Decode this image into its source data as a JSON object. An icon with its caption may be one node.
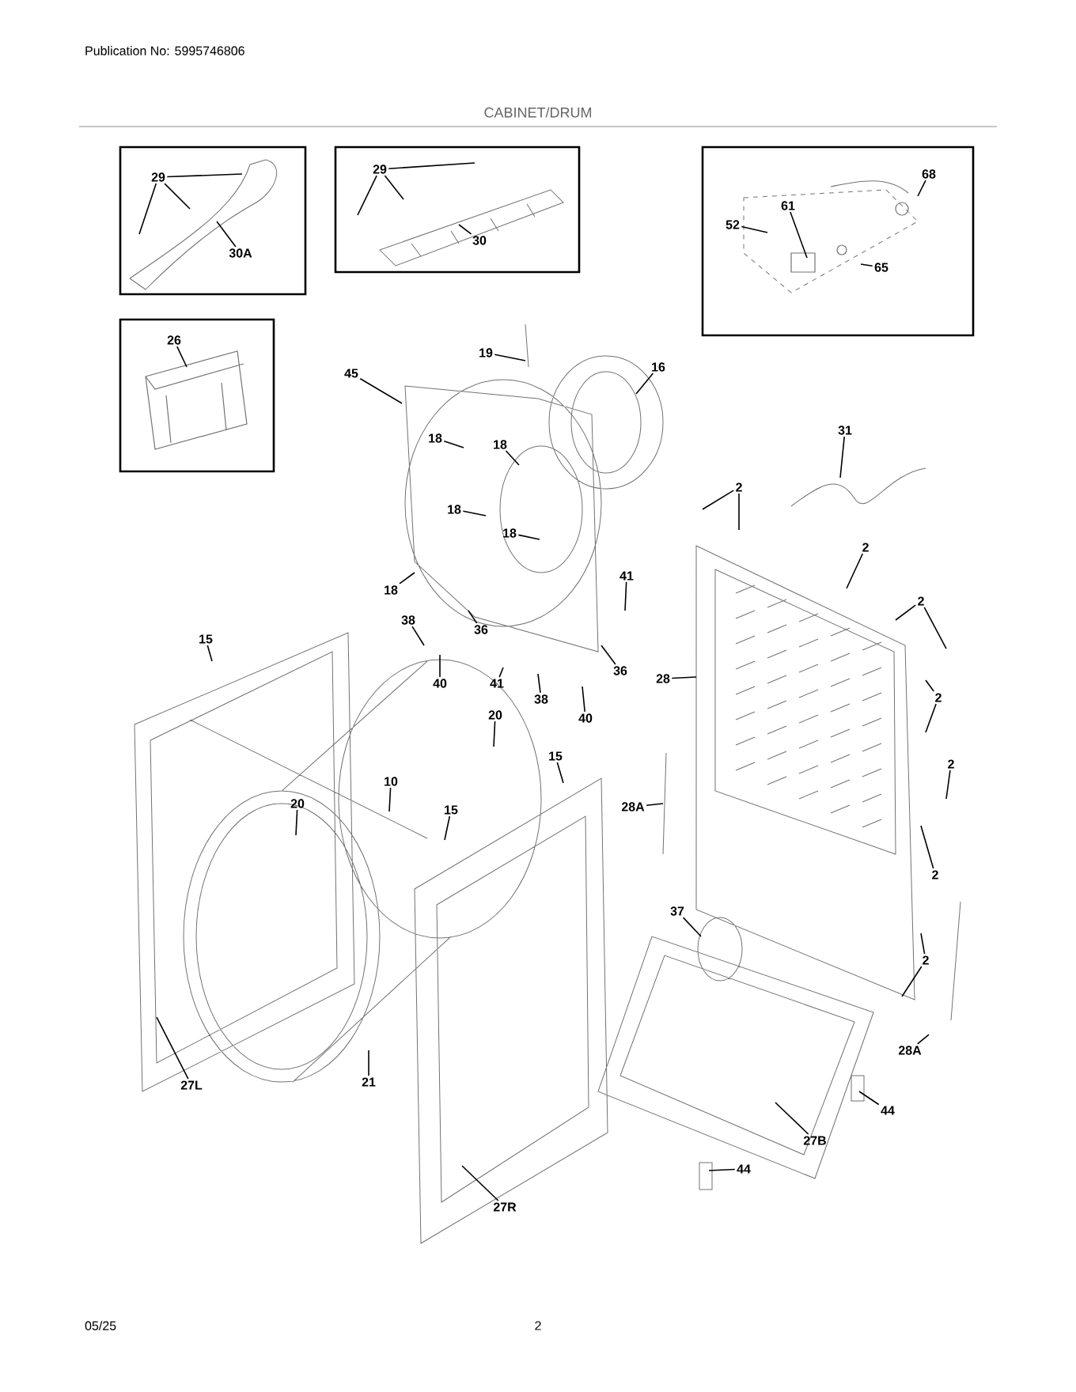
{
  "diagram": {
    "title": "CABINET/DRUM",
    "nodes": [
      {
        "text": [],
        "shape": "box"
      },
      {
        "text": [],
        "shape": "box"
      },
      {
        "text": [],
        "shape": "box"
      },
      {
        "text": [],
        "shape": "box"
      },
      {
        "text": [
          "29"
        ],
        "in": 0
      },
      {
        "text": [
          "30A"
        ],
        "in": 0
      },
      {
        "text": [
          "29"
        ],
        "in": 1
      },
      {
        "text": [
          "30"
        ],
        "in": 1
      },
      {
        "text": [
          "68"
        ],
        "in": 2
      },
      {
        "text": [
          "61"
        ],
        "in": 2
      },
      {
        "text": [
          "52"
        ],
        "in": 2
      },
      {
        "text": [
          "65"
        ],
        "in": 2
      },
      {
        "text": [
          "26"
        ],
        "in": 3
      },
      {
        "text": [
          "45"
        ]
      },
      {
        "text": [
          "19"
        ]
      },
      {
        "text": [
          "16"
        ]
      },
      {
        "text": [
          "31"
        ]
      },
      {
        "text": [
          "18"
        ]
      },
      {
        "text": [
          "18"
        ]
      },
      {
        "text": [
          "2"
        ]
      },
      {
        "text": [
          "18"
        ]
      },
      {
        "text": [
          "18"
        ]
      },
      {
        "text": [
          "2"
        ]
      },
      {
        "text": [
          "18"
        ]
      },
      {
        "text": [
          "41"
        ]
      },
      {
        "text": [
          "2"
        ]
      },
      {
        "text": [
          "38"
        ]
      },
      {
        "text": [
          "36"
        ]
      },
      {
        "text": [
          "40"
        ]
      },
      {
        "text": [
          "41"
        ]
      },
      {
        "text": [
          "38"
        ]
      },
      {
        "text": [
          "40"
        ]
      },
      {
        "text": [
          "36"
        ]
      },
      {
        "text": [
          "28"
        ]
      },
      {
        "text": [
          "2"
        ]
      },
      {
        "text": [
          "15"
        ]
      },
      {
        "text": [
          "20"
        ]
      },
      {
        "text": [
          "15"
        ]
      },
      {
        "text": [
          "2"
        ]
      },
      {
        "text": [
          "10"
        ]
      },
      {
        "text": [
          "20"
        ]
      },
      {
        "text": [
          "15"
        ]
      },
      {
        "text": [
          "28A"
        ]
      },
      {
        "text": [
          "2"
        ]
      },
      {
        "text": [
          "37"
        ]
      },
      {
        "text": [
          "2"
        ]
      },
      {
        "text": [
          "27L"
        ]
      },
      {
        "text": [
          "21"
        ]
      },
      {
        "text": [
          "28A"
        ]
      },
      {
        "text": [
          "44"
        ]
      },
      {
        "text": [
          "27B"
        ]
      },
      {
        "text": [
          "44"
        ]
      },
      {
        "text": [
          "27R"
        ]
      }
    ],
    "edges": [
      {
        "from": 4,
        "to": null,
        "arrow": "none"
      },
      {
        "from": 4,
        "to": null,
        "arrow": "none"
      },
      {
        "from": 4,
        "to": null,
        "arrow": "none"
      },
      {
        "from": 5,
        "to": null,
        "arrow": "none"
      },
      {
        "from": 6,
        "to": null,
        "arrow": "none"
      },
      {
        "from": 6,
        "to": null,
        "arrow": "none"
      },
      {
        "from": 6,
        "to": null,
        "arrow": "none"
      },
      {
        "from": 7,
        "to": null,
        "arrow": "none"
      },
      {
        "from": 8,
        "to": null,
        "arrow": "none"
      },
      {
        "from": 9,
        "to": null,
        "arrow": "none"
      },
      {
        "from": 10,
        "to": null,
        "arrow": "none"
      },
      {
        "from": 11,
        "to": null,
        "arrow": "none"
      },
      {
        "from": 12,
        "to": null,
        "arrow": "none"
      },
      {
        "from": 13,
        "to": null,
        "arrow": "none"
      },
      {
        "from": 14,
        "to": null,
        "arrow": "none"
      },
      {
        "from": 15,
        "to": null,
        "arrow": "none"
      },
      {
        "from": 16,
        "to": null,
        "arrow": "none"
      },
      {
        "from": 17,
        "to": null,
        "arrow": "none"
      },
      {
        "from": 18,
        "to": null,
        "arrow": "none"
      },
      {
        "from": 19,
        "to": null,
        "arrow": "none"
      },
      {
        "from": 19,
        "to": null,
        "arrow": "none"
      },
      {
        "from": 20,
        "to": null,
        "arrow": "none"
      },
      {
        "from": 21,
        "to": null,
        "arrow": "none"
      },
      {
        "from": 22,
        "to": null,
        "arrow": "none"
      },
      {
        "from": 23,
        "to": null,
        "arrow": "none"
      },
      {
        "from": 24,
        "to": null,
        "arrow": "none"
      },
      {
        "from": 25,
        "to": null,
        "arrow": "none"
      },
      {
        "from": 25,
        "to": null,
        "arrow": "none"
      },
      {
        "from": 26,
        "to": null,
        "arrow": "none"
      },
      {
        "from": 27,
        "to": null,
        "arrow": "none"
      },
      {
        "from": 28,
        "to": null,
        "arrow": "none"
      },
      {
        "from": 29,
        "to": null,
        "arrow": "none"
      },
      {
        "from": 30,
        "to": null,
        "arrow": "none"
      },
      {
        "from": 31,
        "to": null,
        "arrow": "none"
      },
      {
        "from": 32,
        "to": null,
        "arrow": "none"
      },
      {
        "from": 33,
        "to": null,
        "arrow": "none"
      },
      {
        "from": 34,
        "to": null,
        "arrow": "none"
      },
      {
        "from": 34,
        "to": null,
        "arrow": "none"
      },
      {
        "from": 35,
        "to": null,
        "arrow": "none"
      },
      {
        "from": 36,
        "to": null,
        "arrow": "none"
      },
      {
        "from": 37,
        "to": null,
        "arrow": "none"
      },
      {
        "from": 38,
        "to": null,
        "arrow": "none"
      },
      {
        "from": 39,
        "to": null,
        "arrow": "none"
      },
      {
        "from": 40,
        "to": null,
        "arrow": "none"
      },
      {
        "from": 41,
        "to": null,
        "arrow": "none"
      },
      {
        "from": 42,
        "to": null,
        "arrow": "none"
      },
      {
        "from": 43,
        "to": null,
        "arrow": "none"
      },
      {
        "from": 44,
        "to": null,
        "arrow": "none"
      },
      {
        "from": 45,
        "to": null,
        "arrow": "none"
      },
      {
        "from": 45,
        "to": null,
        "arrow": "none"
      },
      {
        "from": 46,
        "to": null,
        "arrow": "none"
      },
      {
        "from": 47,
        "to": null,
        "arrow": "none"
      },
      {
        "from": 48,
        "to": null,
        "arrow": "none"
      },
      {
        "from": 49,
        "to": null,
        "arrow": "none"
      },
      {
        "from": 50,
        "to": null,
        "arrow": "none"
      },
      {
        "from": 51,
        "to": null,
        "arrow": "none"
      },
      {
        "from": 52,
        "to": null,
        "arrow": "none"
      }
    ],
    "labels": [
      "Publication No: 5995746806",
      "05/25",
      "2"
    ]
  }
}
